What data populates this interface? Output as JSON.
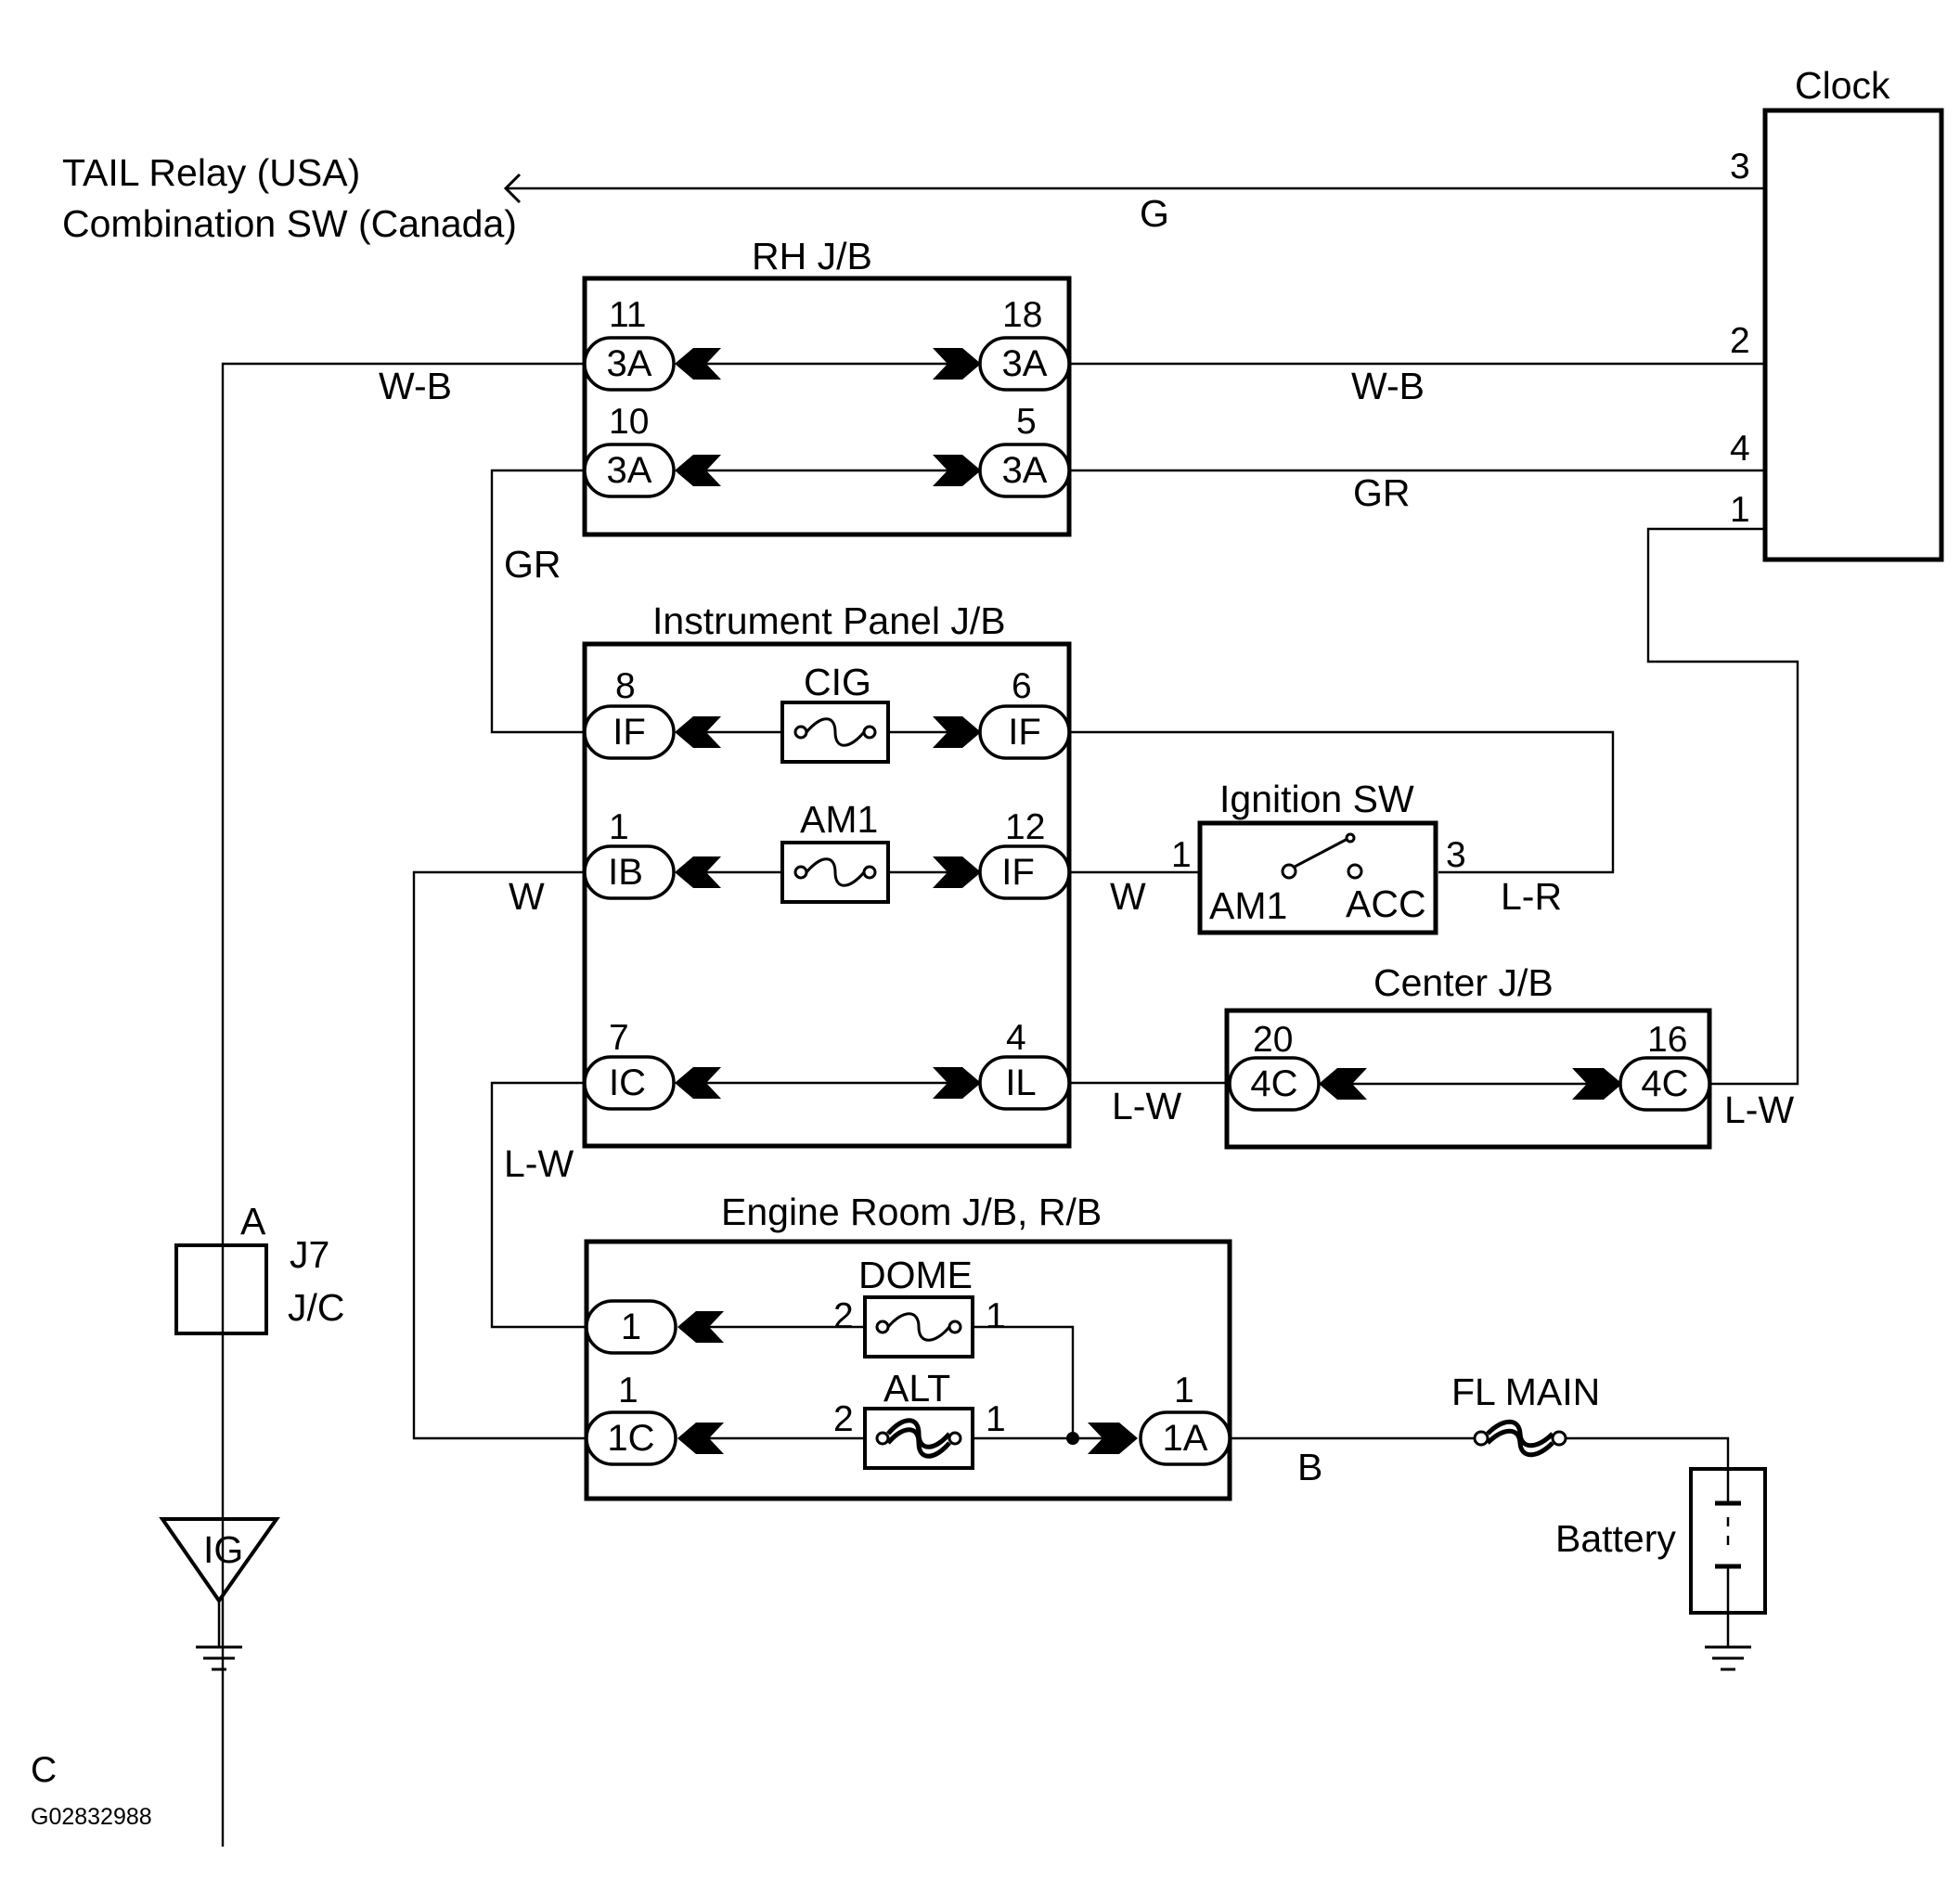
{
  "title_text": "",
  "labels": {
    "clock": "Clock",
    "tail_relay": "TAIL Relay (USA)",
    "combination_sw": "Combination SW (Canada)",
    "rh_jb": "RH J/B",
    "instrument_panel_jb": "Instrument Panel J/B",
    "ignition_sw": "Ignition SW",
    "center_jb": "Center J/B",
    "engine_room_jb": "Engine Room J/B, R/B",
    "j7": "J7",
    "jc": "J/C",
    "a_mark": "A",
    "ig": "IG",
    "fl_main": "FL MAIN",
    "battery": "Battery",
    "corner_c": "C",
    "figure_code": "G02832988"
  },
  "fuses": {
    "cig": "CIG",
    "am1": "AM1",
    "dome": "DOME",
    "alt": "ALT"
  },
  "switch_terms": {
    "am1": "AM1",
    "acc": "ACC",
    "pin1": "1",
    "pin3": "3"
  },
  "wire_colors": {
    "g": "G",
    "wb_left": "W-B",
    "wb_right": "W-B",
    "gr_right": "GR",
    "gr_left": "GR",
    "w_left": "W",
    "w_right": "W",
    "lr": "L-R",
    "lw_mid": "L-W",
    "lw_right": "L-W",
    "lw_left": "L-W",
    "b": "B"
  },
  "clock_pins": {
    "p3": "3",
    "p2": "2",
    "p4": "4",
    "p1": "1"
  },
  "connectors": {
    "rh_11": {
      "num": "11",
      "code": "3A"
    },
    "rh_18": {
      "num": "18",
      "code": "3A"
    },
    "rh_10": {
      "num": "10",
      "code": "3A"
    },
    "rh_5": {
      "num": "5",
      "code": "3A"
    },
    "ip_8": {
      "num": "8",
      "code": "IF"
    },
    "ip_6": {
      "num": "6",
      "code": "IF"
    },
    "ip_1": {
      "num": "1",
      "code": "IB"
    },
    "ip_12": {
      "num": "12",
      "code": "IF"
    },
    "ip_7": {
      "num": "7",
      "code": "IC"
    },
    "ip_4": {
      "num": "4",
      "code": "IL"
    },
    "cj_20": {
      "num": "20",
      "code": "4C"
    },
    "cj_16": {
      "num": "16",
      "code": "4C"
    },
    "er_dome_out": {
      "num": "",
      "code": "1"
    },
    "er_1c": {
      "num": "1",
      "code": "1C"
    },
    "er_1a": {
      "num": "1",
      "code": "1A"
    }
  },
  "fuse_pins": {
    "dome_2": "2",
    "dome_1": "1",
    "alt_2": "2",
    "alt_1": "1"
  }
}
